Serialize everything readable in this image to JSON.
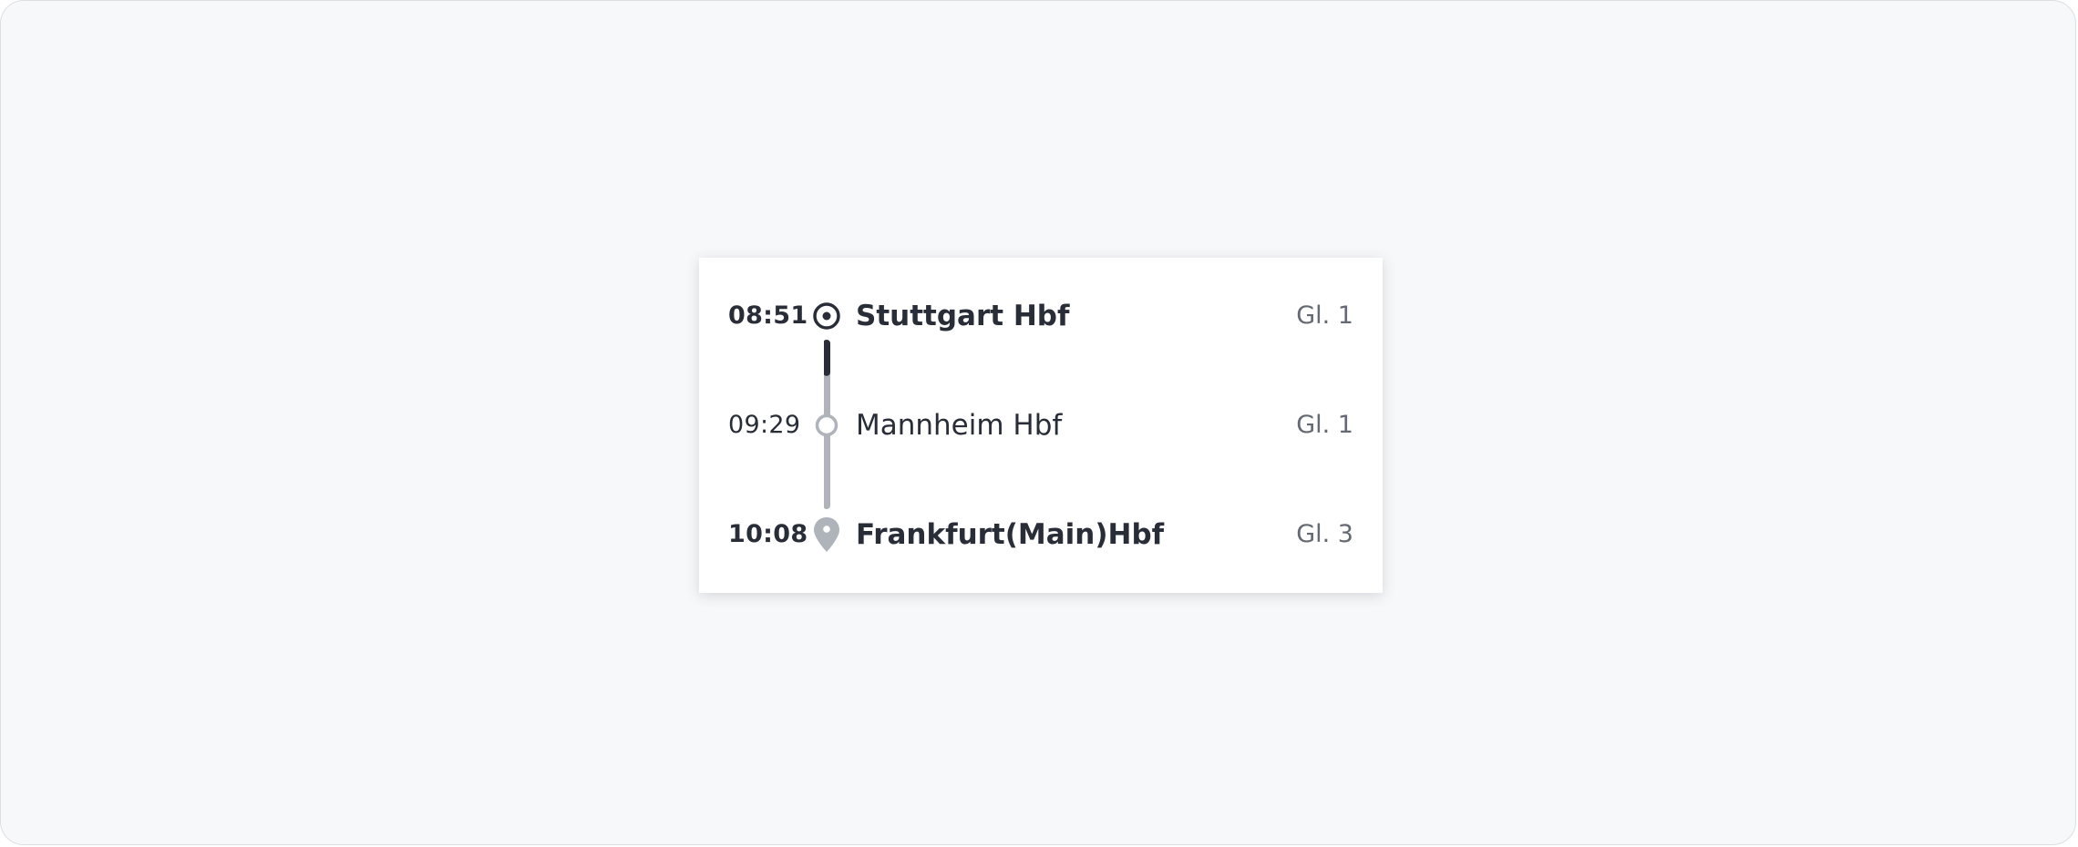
{
  "journey": {
    "stops": [
      {
        "time": "08:51",
        "station": "Stuttgart Hbf",
        "track": "Gl. 1",
        "icon": "origin-target-icon",
        "emphasis": "bold"
      },
      {
        "time": "09:29",
        "station": "Mannheim Hbf",
        "track": "Gl. 1",
        "icon": "intermediate-stop-icon",
        "emphasis": "regular"
      },
      {
        "time": "10:08",
        "station": "Frankfurt(Main)Hbf",
        "track": "Gl. 3",
        "icon": "destination-pin-icon",
        "emphasis": "bold"
      }
    ],
    "progress_fraction_first_segment": 0.34
  },
  "colors": {
    "text_primary": "#282d37",
    "text_secondary": "#646973",
    "line_traveled": "#282d37",
    "line_remaining": "#afb4bb",
    "pin": "#afb4bb",
    "background": "#f7f8fa",
    "card": "#ffffff"
  }
}
